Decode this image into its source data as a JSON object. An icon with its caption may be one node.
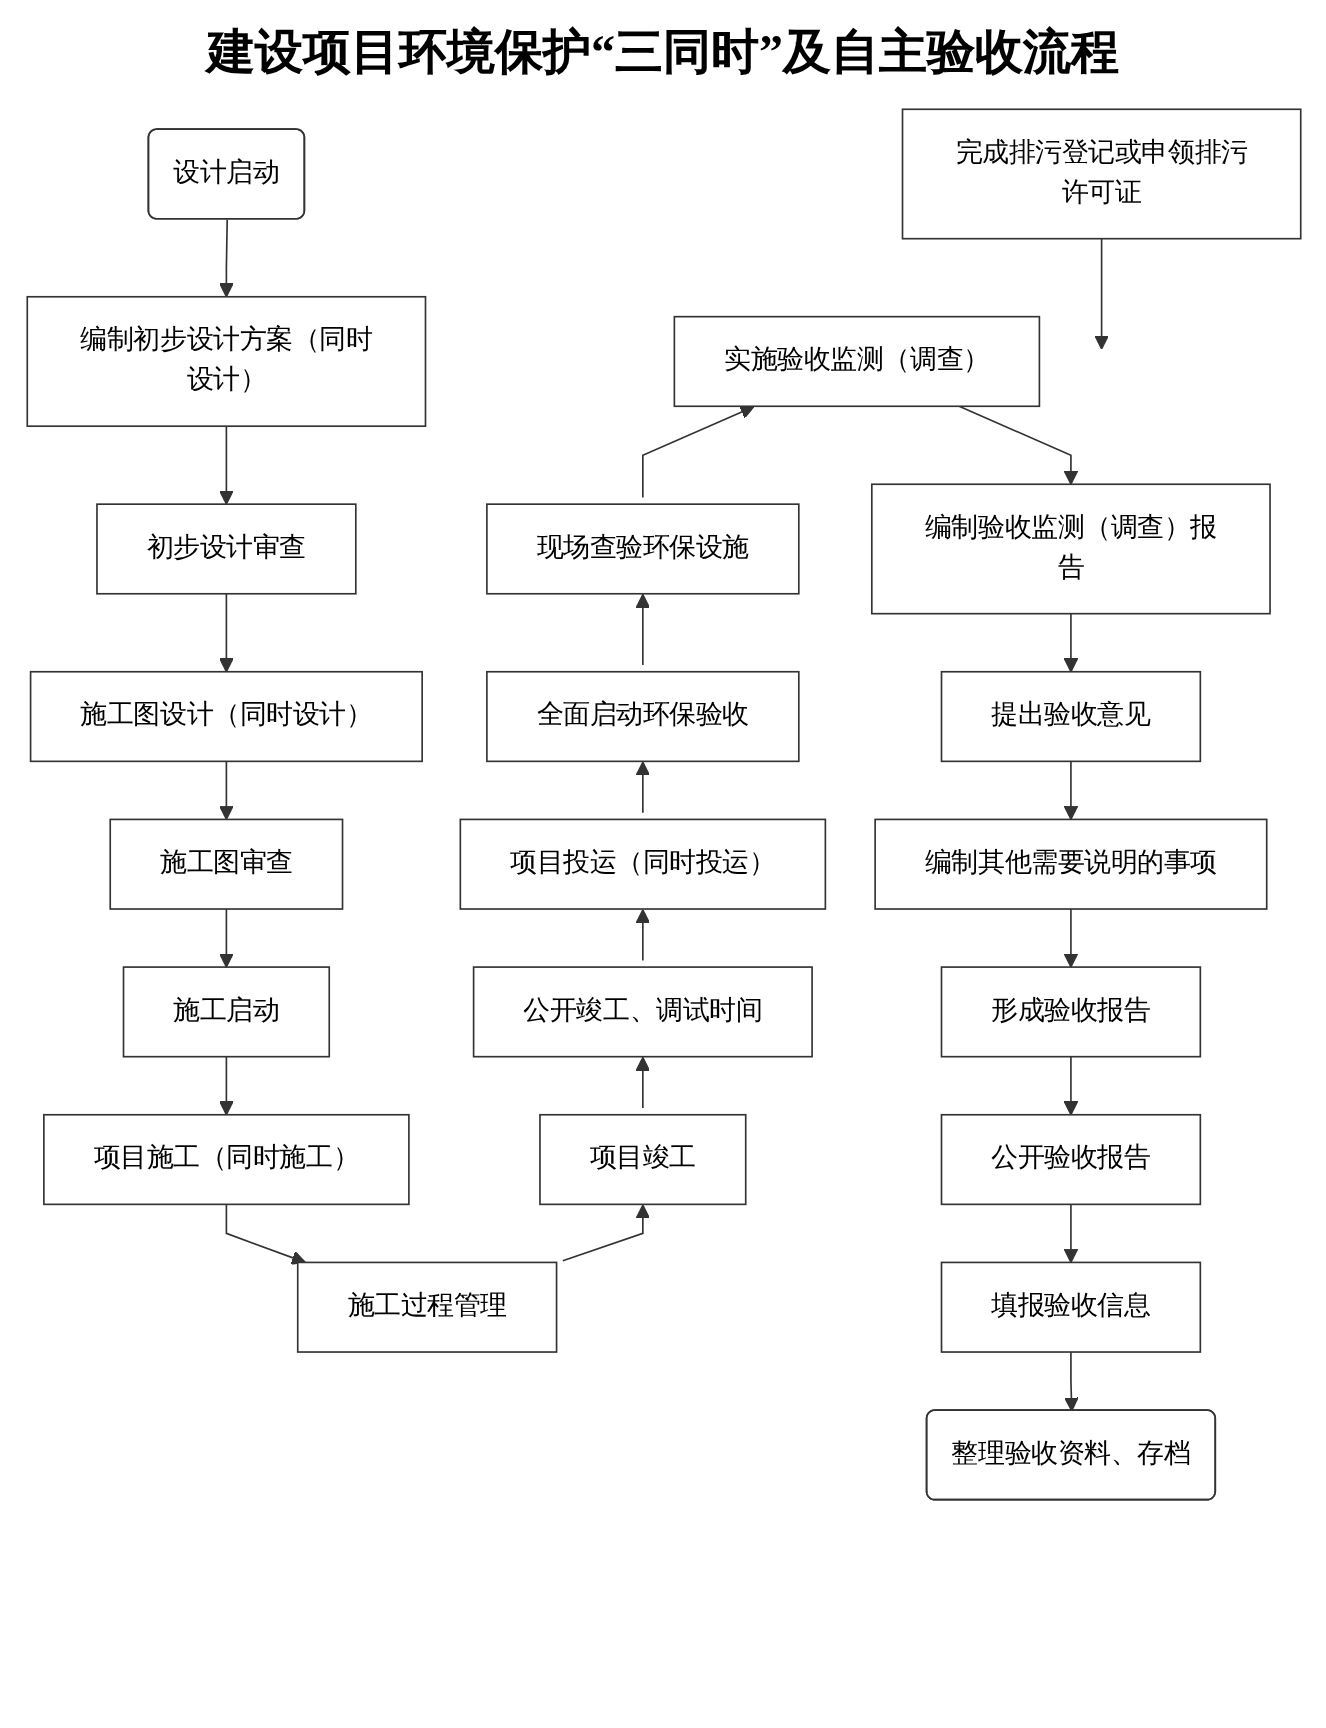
{
  "diagram": {
    "title": "建设项目环境保护“三同时”及自主验收流程",
    "nodes": [
      {
        "text": [
          "设计启动"
        ]
      },
      {
        "text": [
          "编制初步设计方案（同时设计）"
        ]
      },
      {
        "text": [
          "初步设计审查"
        ]
      },
      {
        "text": [
          "施工图设计（同时设计）"
        ]
      },
      {
        "text": [
          "施工图审查"
        ]
      },
      {
        "text": [
          "施工启动"
        ]
      },
      {
        "text": [
          "项目施工（同时施工）"
        ]
      },
      {
        "text": [
          "施工过程管理"
        ]
      },
      {
        "text": [
          "项目竣工"
        ]
      },
      {
        "text": [
          "公开竣工、调试时间"
        ]
      },
      {
        "text": [
          "完成排污登记或申领排污许可证"
        ]
      },
      {
        "text": [
          "项目投运（同时投运）"
        ]
      },
      {
        "text": [
          "全面启动环保验收"
        ]
      },
      {
        "text": [
          "现场查验环保设施"
        ]
      },
      {
        "text": [
          "实施验收监测（调查）"
        ]
      },
      {
        "text": [
          "编制验收监测（调查）报告"
        ]
      },
      {
        "text": [
          "提出验收意见"
        ]
      },
      {
        "text": [
          "编制其他需要说明的事项"
        ]
      },
      {
        "text": [
          "形成验收报告"
        ]
      },
      {
        "text": [
          "公开验收报告"
        ]
      },
      {
        "text": [
          "填报验收信息"
        ]
      },
      {
        "text": [
          "整理验收资料、存档"
        ]
      }
    ],
    "edges": [
      {
        "from": 0,
        "to": 1,
        "arrow": "to"
      },
      {
        "from": 1,
        "to": 2,
        "arrow": "to"
      },
      {
        "from": 2,
        "to": 3,
        "arrow": "to"
      },
      {
        "from": 3,
        "to": 4,
        "arrow": "to"
      },
      {
        "from": 4,
        "to": 5,
        "arrow": "to"
      },
      {
        "from": 5,
        "to": 6,
        "arrow": "to"
      },
      {
        "from": 6,
        "to": 7,
        "arrow": "to"
      },
      {
        "from": 7,
        "to": 8,
        "arrow": "to"
      },
      {
        "from": 8,
        "to": 9,
        "arrow": "to"
      },
      {
        "from": 9,
        "to": 11,
        "arrow": "to"
      },
      {
        "from": 10,
        "to": null,
        "arrow": "to"
      },
      {
        "from": 11,
        "to": 12,
        "arrow": "to"
      },
      {
        "from": 12,
        "to": 13,
        "arrow": "to"
      },
      {
        "from": 13,
        "to": 14,
        "arrow": "to"
      },
      {
        "from": 14,
        "to": 15,
        "arrow": "to"
      },
      {
        "from": 15,
        "to": 16,
        "arrow": "to"
      },
      {
        "from": 16,
        "to": 17,
        "arrow": "to"
      },
      {
        "from": 17,
        "to": 18,
        "arrow": "to"
      },
      {
        "from": 18,
        "to": 19,
        "arrow": "to"
      },
      {
        "from": 19,
        "to": 20,
        "arrow": "to"
      },
      {
        "from": 20,
        "to": 21,
        "arrow": "to"
      }
    ]
  }
}
